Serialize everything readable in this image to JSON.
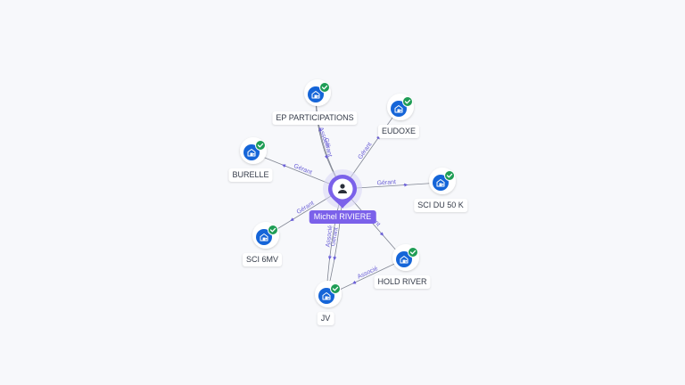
{
  "center": {
    "name": "Michel RIVIERE",
    "icon": "person-icon"
  },
  "companies": [
    {
      "id": "ep",
      "name": "EP PARTICIPATIONS",
      "icon": "building-icon",
      "badge": "check-icon"
    },
    {
      "id": "eudoxe",
      "name": "EUDOXE",
      "icon": "building-icon",
      "badge": "check-icon"
    },
    {
      "id": "burelle",
      "name": "BURELLE",
      "icon": "building-icon",
      "badge": "check-icon"
    },
    {
      "id": "sci50k",
      "name": "SCI DU 50 K",
      "icon": "building-icon",
      "badge": "check-icon"
    },
    {
      "id": "sci6mv",
      "name": "SCI 6MV",
      "icon": "building-icon",
      "badge": "check-icon"
    },
    {
      "id": "holdriver",
      "name": "HOLD RIVER",
      "icon": "building-icon",
      "badge": "check-icon"
    },
    {
      "id": "jv",
      "name": "JV",
      "icon": "building-icon",
      "badge": "check-icon"
    }
  ],
  "edges": [
    {
      "from": "center",
      "to": "ep",
      "label": "Gérant"
    },
    {
      "from": "ep",
      "to": "center",
      "label": "Associé"
    },
    {
      "from": "center",
      "to": "eudoxe",
      "label": "Gérant"
    },
    {
      "from": "center",
      "to": "burelle",
      "label": "Gérant"
    },
    {
      "from": "center",
      "to": "sci50k",
      "label": "Gérant"
    },
    {
      "from": "center",
      "to": "sci6mv",
      "label": "Gérant"
    },
    {
      "from": "center",
      "to": "holdriver",
      "label": "Gérant"
    },
    {
      "from": "center",
      "to": "jv",
      "label": "Gérant"
    },
    {
      "from": "center",
      "to": "jv",
      "label": "Associé"
    },
    {
      "from": "holdriver",
      "to": "jv",
      "label": "Associé"
    }
  ],
  "colors": {
    "accent": "#7b61ea",
    "node_icon": "#1565d8",
    "badge": "#1f9d55",
    "edge": "#7f8491",
    "edge_label": "#6a5fd6"
  }
}
